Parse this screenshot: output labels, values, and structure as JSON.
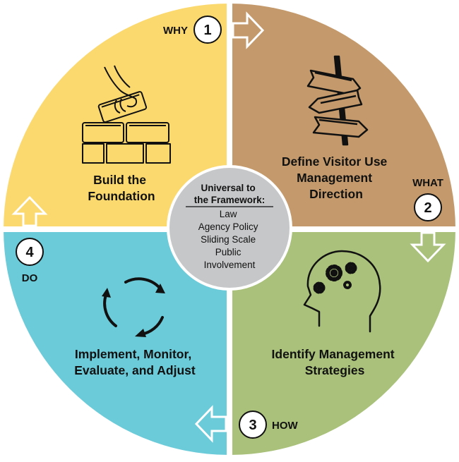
{
  "colors": {
    "why": "#fbd96f",
    "what": "#c49a6c",
    "how": "#a9c17a",
    "do": "#6ccbd9",
    "center": "#c6c7c9",
    "divider": "#ffffff",
    "ink": "#111111"
  },
  "quadrants": {
    "why": {
      "step": "1",
      "label": "WHY",
      "title": [
        "Build the",
        "Foundation"
      ],
      "icon": "brick-wall-icon"
    },
    "what": {
      "step": "2",
      "label": "WHAT",
      "title": [
        "Define Visitor Use",
        "Management",
        "Direction"
      ],
      "icon": "signpost-icon"
    },
    "how": {
      "step": "3",
      "label": "HOW",
      "title": [
        "Identify Management",
        "Strategies"
      ],
      "icon": "head-gears-icon"
    },
    "do": {
      "step": "4",
      "label": "DO",
      "title": [
        "Implement, Monitor,",
        "Evaluate, and Adjust"
      ],
      "icon": "cycle-arrows-icon"
    }
  },
  "center": {
    "title": [
      "Universal to",
      "the Framework:"
    ],
    "items": [
      "Law",
      "Agency Policy",
      "Sliding Scale",
      "Public",
      "Involvement"
    ]
  }
}
